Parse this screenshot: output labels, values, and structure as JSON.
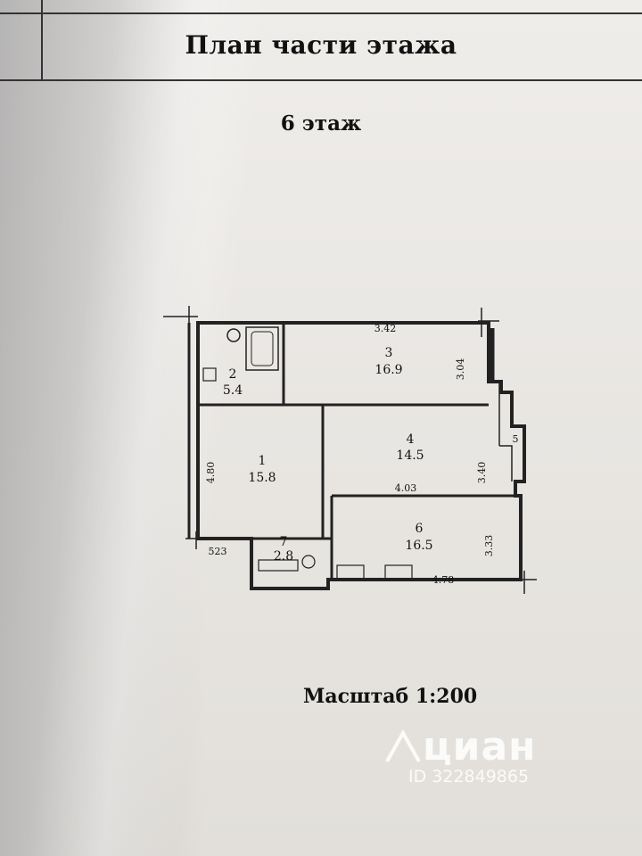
{
  "title": "План части этажа",
  "floor": "6 этаж",
  "scale": "Масштаб 1:200",
  "rooms": [
    {
      "number": "1",
      "area": "15.8"
    },
    {
      "number": "2",
      "area": "5.4"
    },
    {
      "number": "3",
      "area": "16.9"
    },
    {
      "number": "4",
      "area": "14.5"
    },
    {
      "number": "6",
      "area": "16.5"
    },
    {
      "number": "7",
      "area": "2.8"
    }
  ],
  "dimensions": {
    "room3_width": "3.42",
    "room3_height": "3.04",
    "room1_height": "4.80",
    "room4_width": "4.03",
    "room4_height": "3.40",
    "room6_width": "4.78",
    "room6_height": "3.33",
    "balcony": "5",
    "corner": "523"
  },
  "watermark": {
    "brand": "циан",
    "id": "ID 322849865"
  },
  "colors": {
    "paper": "#e8e5e0",
    "ink": "#111111",
    "watermark": "#ffffff"
  }
}
